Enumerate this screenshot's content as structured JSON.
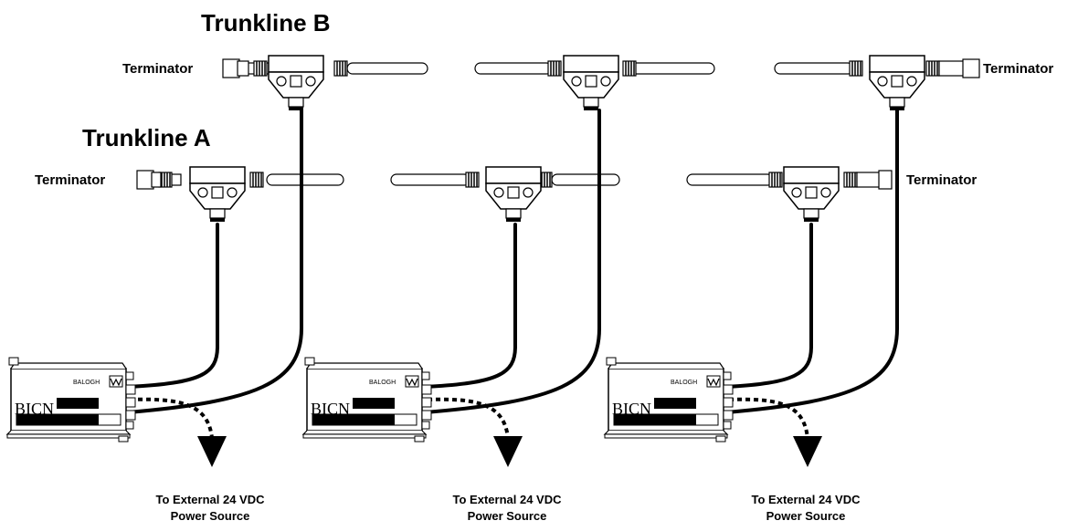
{
  "labels": {
    "trunkline_a": "Trunkline A",
    "trunkline_b": "Trunkline B",
    "terminator": "Terminator",
    "power_line1": "To External 24 VDC",
    "power_line2": "Power Source"
  },
  "device": {
    "brand": "BALOGH",
    "model": "BICN"
  },
  "colors": {
    "ink": "#000000",
    "paper": "#ffffff"
  }
}
